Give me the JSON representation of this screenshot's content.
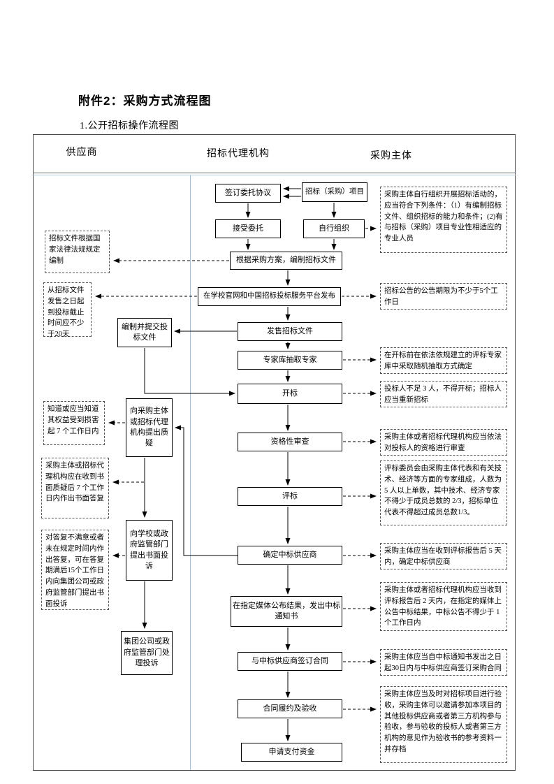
{
  "document": {
    "title": "附件2：采购方式流程图",
    "subtitle": "1.公开招标操作流程图"
  },
  "columns": {
    "supplier": "供应商",
    "agency": "招标代理机构",
    "purchaser": "采购主体"
  },
  "process": {
    "sign_agreement": "签订委托协议",
    "project": "招标（采购）项目",
    "accept_entrust": "接受委托",
    "self_organize": "自行组织",
    "prepare_docs": "根据采购方案，编制招标文件",
    "publish": "在学校官网和中国招标投标服务平台发布",
    "sell_docs": "发售招标文件",
    "draw_experts": "专家库抽取专家",
    "open_bids": "开标",
    "qualification_review": "资格性审查",
    "evaluate_bids": "评标",
    "determine_winner": "确定中标供应商",
    "announce_result": "在指定媒体公布结果，发出中标通知书",
    "sign_contract": "与中标供应商签订合同",
    "performance_acceptance": "合同履约及验收",
    "request_payment": "申请支付资金"
  },
  "supplier_actions": {
    "prepare_bid": "编制并提交投标文件",
    "raise_query": "向采购主体或招标代理机构提出质疑",
    "file_complaint": "向学校或政府监管部门提出书面投诉",
    "handle_complaint": "集团公司或政府监管部门处理投诉"
  },
  "left_notes": [
    "招标文件根据国家法律法规规定编制",
    "从招标文件发售之日起到投标截止时间应不少于20天",
    "知道或应当知道其权益受到损害起 7 个工作日内",
    "采购主体或招标代理机构应在收到书面质疑后 7 个工作日内作出书面答复",
    "对答复不满意或者未在规定时间内作出答复，可在答复期满后15个工作日内向集团公司或政府监管部门提出书面投诉"
  ],
  "right_notes": [
    "采购主体自行组织开展招标活动的，应当符合下列条件：（1）有编制招标文件、组织招标的能力和条件；(2)有与招标（采购）项目专业性相适应的专业人员",
    "招标公告的公告期限为不少于5个工作日",
    "在开标前在依法依规建立的评标专家库中采取随机抽取方式确定",
    "投标人不足 3 人，不得开标；招标人应当重新招标",
    "采购主体或者招标代理机构应当依法对投标人的资格进行审查",
    "评标委员会由采购主体代表和有关技术、经济等方面的专家组成，人数为 5 人以上单数，其中技术、经济专家不得少于成员总数的 2/3，招标单位代表不得超过成员总数1/3。",
    "采购主体应当在收到评标报告后 5 天内，确定中标供应商",
    "采购主体或者招标代理机构应当收到评标报告后 2 天内，在指定的媒体上公告中标结果，中标公告不得少于 1 个工作日内",
    "采购主体应当自中标通知书发出之日起30日内与中标供应商签订采购合同",
    "采购主体应当及时对招标项目进行验收，采购主体可以邀请参加本项目的其他投标供应商或者第三方机构参与验收，参与验收的投标人或者第三方机构的意见作为验收书的参考资料一并存档"
  ],
  "colors": {
    "divider_blue": "#a7c0d9",
    "line_black": "#000000"
  }
}
